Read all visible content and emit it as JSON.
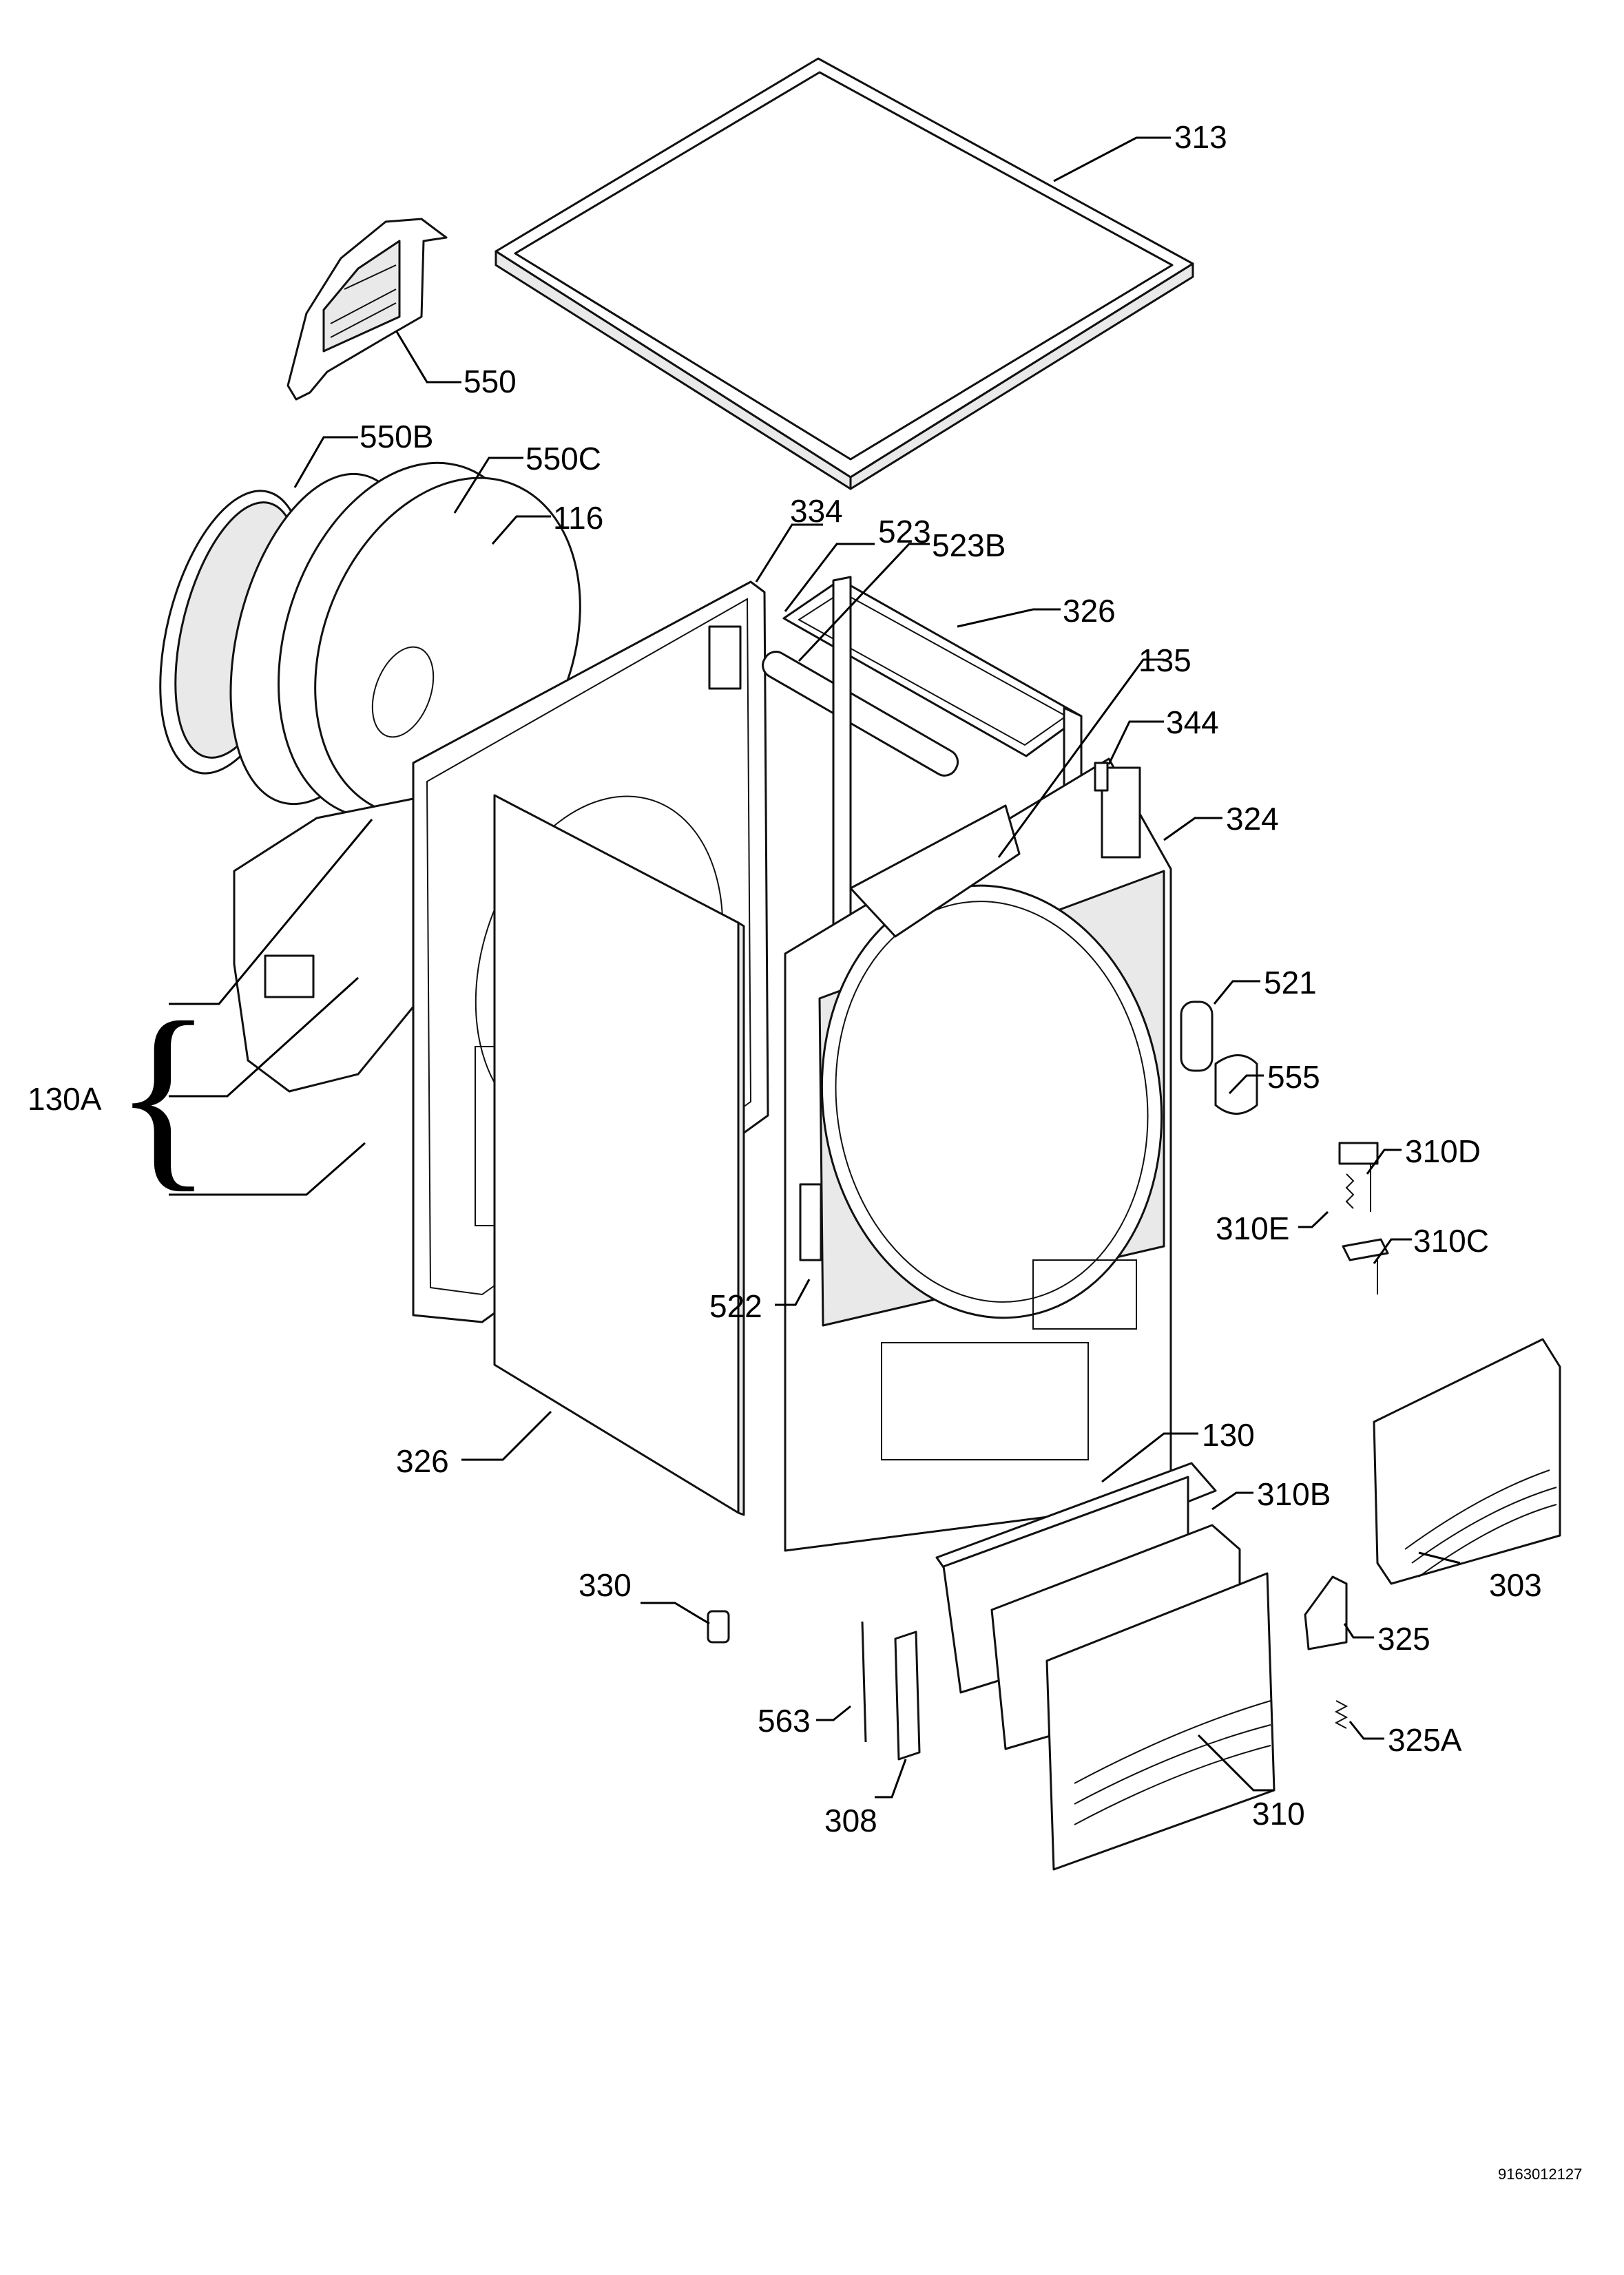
{
  "diagram": {
    "callouts": [
      "313",
      "550",
      "550B",
      "550C",
      "116",
      "334",
      "523",
      "523B",
      "326",
      "135",
      "344",
      "324",
      "521",
      "555",
      "310D",
      "310E",
      "310C",
      "130A",
      "522",
      "326",
      "130",
      "310B",
      "303",
      "330",
      "325",
      "563",
      "325A",
      "310",
      "308"
    ],
    "document_number": "9163012127"
  }
}
